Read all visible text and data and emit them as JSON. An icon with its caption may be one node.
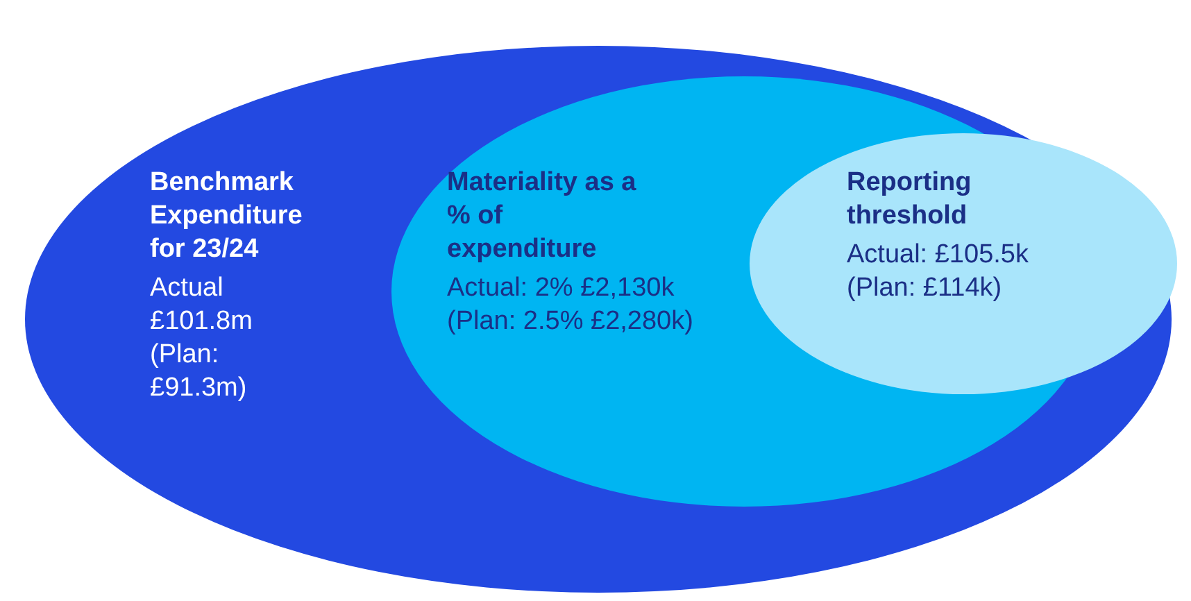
{
  "diagram": {
    "nodes": [
      {
        "text": [
          "Benchmark Expenditure for 23/24",
          "Actual £101.8m (Plan: £91.3m)"
        ]
      },
      {
        "text": [
          "Materiality as a % of expenditure",
          "Actual: 2% £2,130k (Plan: 2.5% £2,280k)"
        ],
        "in": 0
      },
      {
        "text": [
          "Reporting threshold",
          "Actual: £105.5k (Plan: £114k)"
        ],
        "in": 0
      }
    ]
  }
}
